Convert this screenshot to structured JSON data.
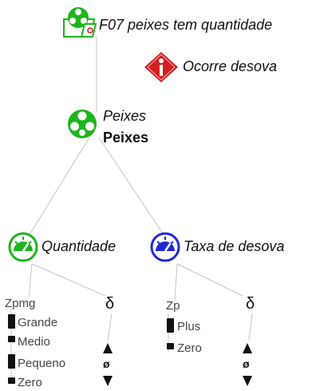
{
  "situation": {
    "title": "F07 peixes tem quantidade",
    "icon": "situation-folder-icon"
  },
  "process": {
    "label": "Ocorre desova",
    "icon": "process-diamond-icon"
  },
  "entity": {
    "label_italic": "Peixes",
    "label_bold": "Peixes",
    "icon": "entity-green-circle-icon",
    "color": "#1db51d"
  },
  "quantities": [
    {
      "label": "Quantidade",
      "icon": "quantity-gauge-green-icon",
      "color": "#1db51d",
      "space_name": "Zpmg",
      "values": [
        "Grande",
        "Medio",
        "Pequeno",
        "Zero"
      ],
      "derivative_symbol": "δ",
      "derivative_zero": "ø"
    },
    {
      "label": "Taxa de desova",
      "icon": "quantity-gauge-blue-icon",
      "color": "#1f27d8",
      "space_name": "Zp",
      "values": [
        "Plus",
        "Zero"
      ],
      "derivative_symbol": "δ",
      "derivative_zero": "ø"
    }
  ],
  "colors": {
    "process_red": "#d21f1f",
    "line_gray": "#bdbdbd"
  }
}
